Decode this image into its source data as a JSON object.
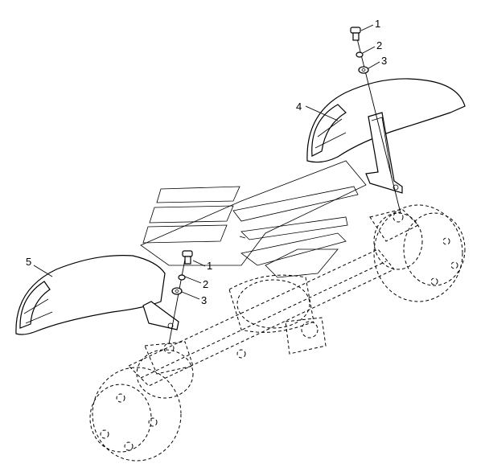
{
  "callouts": [
    {
      "id": "bolt-top",
      "label": "1"
    },
    {
      "id": "washer-lock-top",
      "label": "2"
    },
    {
      "id": "washer-flat-top",
      "label": "3"
    },
    {
      "id": "fender-right",
      "label": "4"
    },
    {
      "id": "fender-left",
      "label": "5"
    },
    {
      "id": "bolt-left",
      "label": "1"
    },
    {
      "id": "washer-lock-left",
      "label": "2"
    },
    {
      "id": "washer-flat-left",
      "label": "3"
    }
  ],
  "parts": {
    "1": "bolt",
    "2": "lock-washer",
    "3": "flat-washer",
    "4": "fender-right",
    "5": "fender-left"
  }
}
